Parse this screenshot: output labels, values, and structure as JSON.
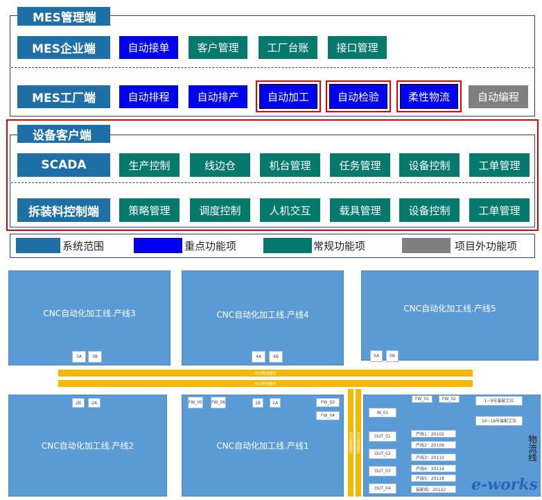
{
  "mes_mgmt": {
    "title": "MES管理端",
    "enterprise": {
      "label": "MES企业端",
      "items": [
        "自动接单",
        "客户管理",
        "工厂台账",
        "接口管理"
      ]
    },
    "factory": {
      "label": "MES工厂端",
      "items": [
        "自动排程",
        "自动排产",
        "自动加工",
        "自动检验",
        "柔性物流",
        "自动编程"
      ]
    }
  },
  "device_client": {
    "title": "设备客户端",
    "scada": {
      "label": "SCADA",
      "items": [
        "生产控制",
        "线边仓",
        "机台管理",
        "任务管理",
        "设备控制",
        "工单管理"
      ]
    },
    "loading": {
      "label": "拆装料控制端",
      "items": [
        "策略管理",
        "调度控制",
        "人机交互",
        "载具管理",
        "设备控制",
        "工单管理"
      ]
    }
  },
  "legend": [
    {
      "label": "系统范围",
      "color": "#1e6fa6"
    },
    {
      "label": "重点功能项",
      "color": "#0000f0"
    },
    {
      "label": "常规功能项",
      "color": "#057a6c"
    },
    {
      "label": "项目外功能项",
      "color": "#7f7f7f"
    }
  ],
  "colors": {
    "system": "#1e6fa6",
    "key": "#0000f0",
    "regular": "#057a6c",
    "out_of_scope": "#7f7f7f",
    "highlight": "#e00000",
    "line_block": "#5b9bd5",
    "agv": "#f5b800"
  },
  "layout": {
    "line3": {
      "title": "CNC自动化加工线.产线3",
      "slots": [
        "3A",
        "3B"
      ]
    },
    "line4": {
      "title": "CNC自动化加工线.产线4",
      "slots": [
        "4A",
        "4B"
      ]
    },
    "line5": {
      "title": "CNC自动化加工线.产线5",
      "slots": [
        "5A",
        "5B"
      ]
    },
    "line2": {
      "title": "CNC自动化加工线.产线2",
      "slots": [
        "2B",
        "2A"
      ]
    },
    "line1": {
      "title": "CNC自动化加工线.产线1",
      "slots": [
        "FW_05",
        "FW_06",
        "1B",
        "1A",
        "FW_03",
        "FW_04"
      ]
    },
    "agv_path": "AGV物流路径",
    "agv_vertical": [
      "AGV物流路径",
      "AGV物流路径"
    ],
    "logistics": {
      "label": "物流线",
      "top_slots": [
        "FW_01",
        "FW_02"
      ],
      "in_slot": "IN_01",
      "out_slots": [
        "OUT_01",
        "OUT_02",
        "OUT_03",
        "OUT_04"
      ],
      "lines": [
        "产线1：20102",
        "产线2：20106",
        "产线3：20110",
        "产线4：20114",
        "产线5：20118",
        "装配线：20122"
      ],
      "stations": [
        "1~9号装配工位",
        "10~18号装配工位"
      ]
    },
    "logo": "e-works"
  }
}
